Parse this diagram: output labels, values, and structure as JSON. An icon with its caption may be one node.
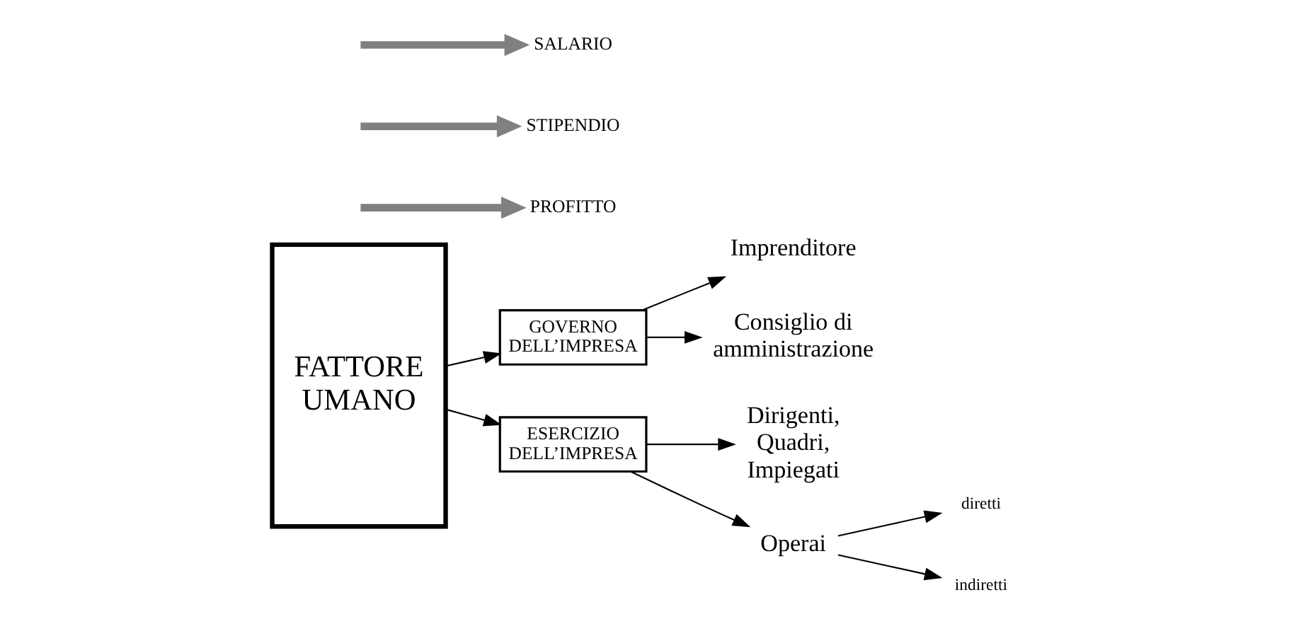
{
  "diagram": {
    "nodes": [
      {
        "text": [
          "FATTORE UMANO"
        ]
      },
      {
        "text": [
          "GOVERNO DELL’IMPRESA"
        ]
      },
      {
        "text": [
          "ESERCIZIO DELL’IMPRESA"
        ]
      },
      {
        "text": [
          "Imprenditore"
        ]
      },
      {
        "text": [
          "Consiglio di amministrazione"
        ]
      },
      {
        "text": [
          "PROFITTO"
        ]
      },
      {
        "text": [
          "Dirigenti, Quadri, Impiegati"
        ]
      },
      {
        "text": [
          "STIPENDIO"
        ]
      },
      {
        "text": [
          "Operai"
        ]
      },
      {
        "text": [
          "SALARIO"
        ]
      },
      {
        "text": [
          "diretti"
        ]
      },
      {
        "text": [
          "indiretti"
        ]
      }
    ],
    "edges": [
      {
        "from": 0,
        "to": 1,
        "arrow": "to"
      },
      {
        "from": 0,
        "to": 2,
        "arrow": "to"
      },
      {
        "from": 1,
        "to": 3,
        "arrow": "to"
      },
      {
        "from": 1,
        "to": 4,
        "arrow": "to"
      },
      {
        "from": null,
        "to": 5,
        "arrow": "to",
        "style": "thick",
        "color": "#808080"
      },
      {
        "from": 2,
        "to": 6,
        "arrow": "to"
      },
      {
        "from": null,
        "to": 7,
        "arrow": "to",
        "style": "thick",
        "color": "#808080"
      },
      {
        "from": 2,
        "to": 8,
        "arrow": "to"
      },
      {
        "from": null,
        "to": 9,
        "arrow": "to",
        "style": "thick",
        "color": "#808080"
      },
      {
        "from": 8,
        "to": 10,
        "arrow": "to"
      },
      {
        "from": 8,
        "to": 11,
        "arrow": "to"
      }
    ]
  }
}
